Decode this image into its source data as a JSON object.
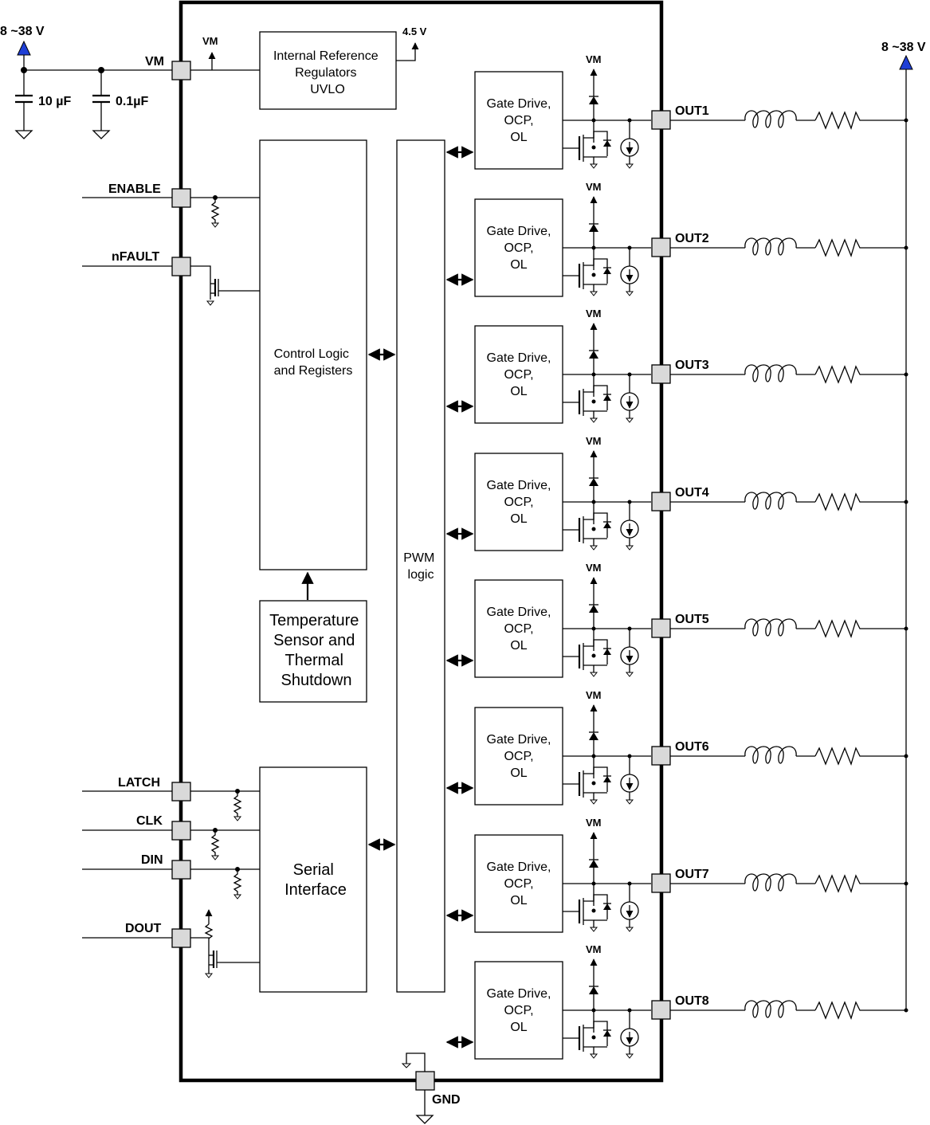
{
  "supply": {
    "left_voltage": "8 ~38 V",
    "right_voltage": "8 ~38 V",
    "cap1": "10 µF",
    "cap2": "0.1µF",
    "arrow_color": "#1f3fd6"
  },
  "pins": {
    "vm": "VM",
    "enable": "ENABLE",
    "nfault": "nFAULT",
    "latch": "LATCH",
    "clk": "CLK",
    "din": "DIN",
    "dout": "DOUT",
    "gnd": "GND"
  },
  "internal": {
    "vm_small": "VM",
    "reg_out": "4.5 V"
  },
  "blocks": {
    "reference": [
      "Internal Reference",
      "Regulators",
      "UVLO"
    ],
    "control": [
      "Control Logic",
      "and Registers"
    ],
    "temperature": [
      "Temperature",
      "Sensor and",
      "Thermal",
      "Shutdown"
    ],
    "serial": [
      "Serial",
      "Interface"
    ],
    "pwm": [
      "PWM",
      "logic"
    ]
  },
  "channels": [
    {
      "gate": [
        "Gate Drive,",
        "OCP,",
        "OL"
      ],
      "vm": "VM",
      "out": "OUT1"
    },
    {
      "gate": [
        "Gate Drive,",
        "OCP,",
        "OL"
      ],
      "vm": "VM",
      "out": "OUT2"
    },
    {
      "gate": [
        "Gate Drive,",
        "OCP,",
        "OL"
      ],
      "vm": "VM",
      "out": "OUT3"
    },
    {
      "gate": [
        "Gate Drive,",
        "OCP,",
        "OL"
      ],
      "vm": "VM",
      "out": "OUT4"
    },
    {
      "gate": [
        "Gate Drive,",
        "OCP,",
        "OL"
      ],
      "vm": "VM",
      "out": "OUT5"
    },
    {
      "gate": [
        "Gate Drive,",
        "OCP,",
        "OL"
      ],
      "vm": "VM",
      "out": "OUT6"
    },
    {
      "gate": [
        "Gate Drive,",
        "OCP,",
        "OL"
      ],
      "vm": "VM",
      "out": "OUT7"
    },
    {
      "gate": [
        "Gate Drive,",
        "OCP,",
        "OL"
      ],
      "vm": "VM",
      "out": "OUT8"
    }
  ]
}
